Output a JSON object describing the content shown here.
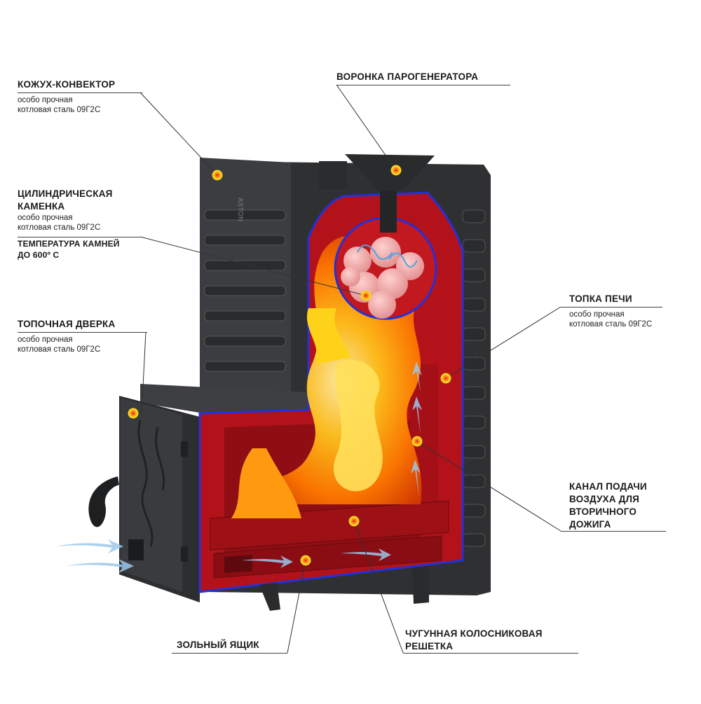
{
  "colors": {
    "steel": "#3a3b3d",
    "steel_light": "#5a5b5e",
    "firebox": "#b5141b",
    "outline": "#2431d8",
    "flame_orange": "#ff8a00",
    "flame_yellow": "#ffd21a",
    "stone_pink": "#f2a8a8",
    "marker": "#f5d020",
    "marker_core": "#e0231b",
    "air_arrow": "#9cc8ea"
  },
  "labels": {
    "convector": {
      "title": "КОЖУХ-КОНВЕКТОР",
      "sub1": "особо прочная",
      "sub2": "котловая сталь 09Г2С"
    },
    "funnel": {
      "title": "ВОРОНКА ПАРОГЕНЕРАТОРА"
    },
    "stones": {
      "title1": "ЦИЛИНДРИЧЕСКАЯ",
      "title2": "КАМЕНКА",
      "sub1": "особо прочная",
      "sub2": "котловая сталь 09Г2С",
      "temp1": "ТЕМПЕРАТУРА КАМНЕЙ",
      "temp2": "ДО 600º С"
    },
    "door": {
      "title": "ТОПОЧНАЯ ДВЕРКА",
      "sub1": "особо прочная",
      "sub2": "котловая сталь 09Г2С"
    },
    "firebox": {
      "title": "ТОПКА ПЕЧИ",
      "sub1": "особо прочная",
      "sub2": "котловая сталь 09Г2С"
    },
    "air_channel": {
      "line1": "КАНАЛ ПОДАЧИ",
      "line2": "ВОЗДУХА ДЛЯ",
      "line3": "ВТОРИЧНОГО",
      "line4": "ДОЖИГА"
    },
    "ash_box": {
      "title": "ЗОЛЬНЫЙ ЯЩИК"
    },
    "grate": {
      "line1": "ЧУГУННАЯ КОЛОСНИКОВАЯ",
      "line2": "РЕШЕТКА"
    }
  },
  "brand_mark": "ASTON"
}
